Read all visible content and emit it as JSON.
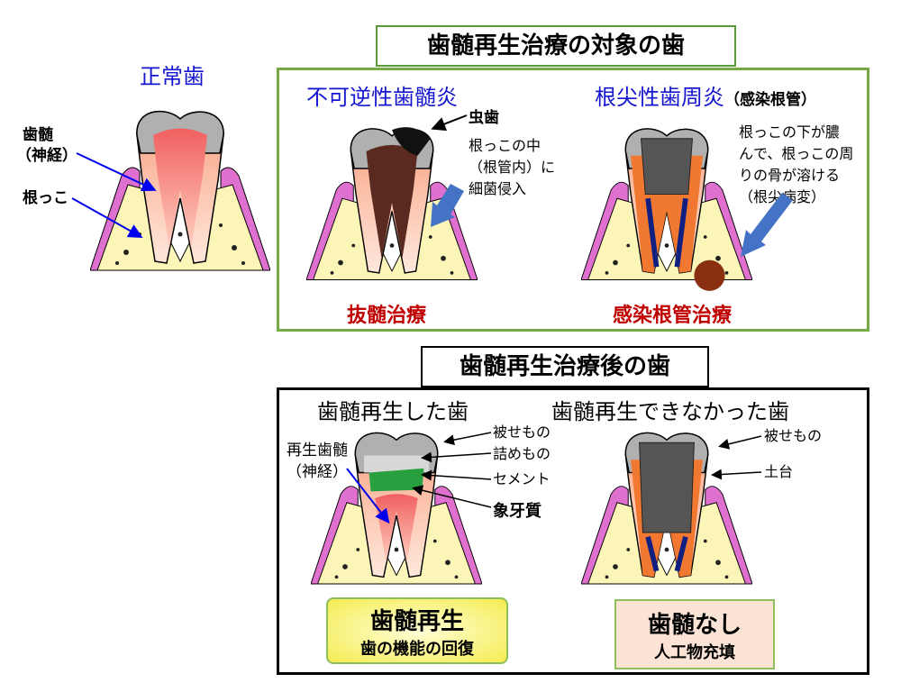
{
  "normal": {
    "title": "正常歯",
    "label_pulp_1": "歯髄",
    "label_pulp_2": "（神経）",
    "label_root": "根っこ"
  },
  "target_section": {
    "title": "歯髄再生治療の対象の歯",
    "pulpitis": {
      "title": "不可逆性歯髄炎",
      "label_caries": "虫歯",
      "note": [
        "根っこの中",
        "（根管内）に",
        "細菌侵入"
      ],
      "treatment": "抜髄治療"
    },
    "periodontitis": {
      "title": "根尖性歯周炎",
      "title_suffix": "（感染根管）",
      "note": [
        "根っこの下が膿",
        "んで、根っこの周",
        "りの骨が溶ける",
        "（根尖病変）"
      ],
      "treatment": "感染根管治療"
    }
  },
  "after_section": {
    "title": "歯髄再生治療後の歯",
    "regenerated": {
      "title": "歯髄再生した歯",
      "label_pulp_1": "再生歯髄",
      "label_pulp_2": "（神経）",
      "labels": [
        "被せもの",
        "詰めもの",
        "セメント",
        "象牙質"
      ],
      "badge_main": "歯髄再生",
      "badge_sub": "歯の機能の回復"
    },
    "failed": {
      "title": "歯髄再生できなかった歯",
      "labels": [
        "被せもの",
        "土台"
      ],
      "badge_main": "歯髄なし",
      "badge_sub": "人工物充填"
    }
  },
  "colors": {
    "green_border": "#77aa44",
    "title_blue": "#1515d0",
    "treatment_red": "#c00000",
    "arrow_blue": "#4472c4"
  }
}
